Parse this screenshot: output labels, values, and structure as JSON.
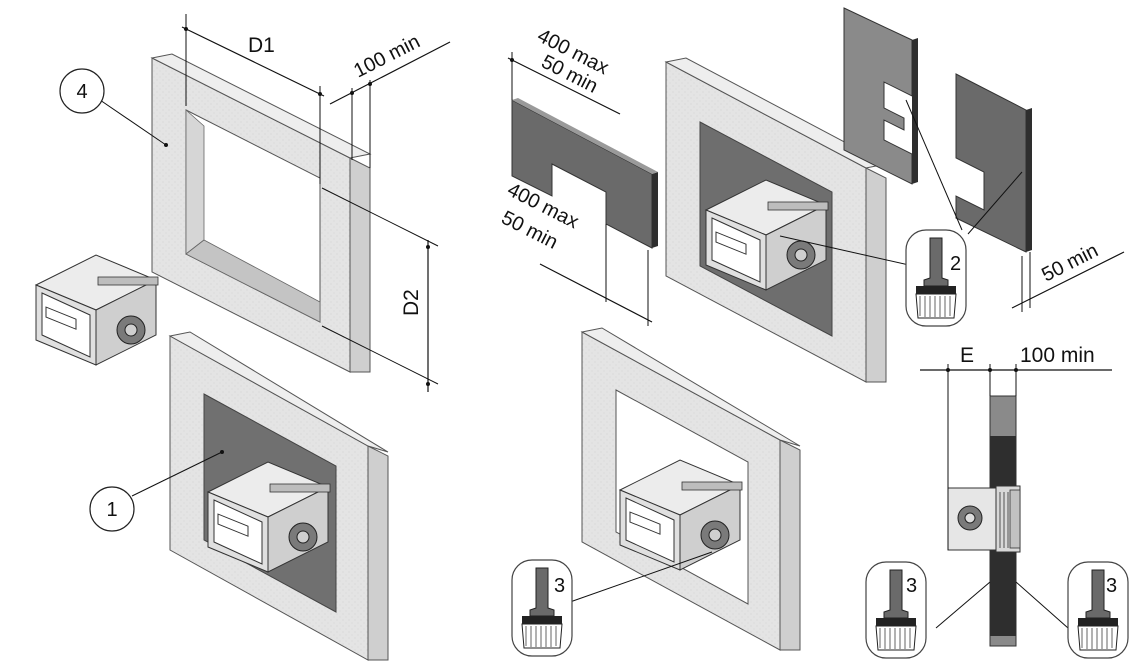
{
  "dimensions": {
    "d1": "D1",
    "d2": "D2",
    "wall_depth_min": "100 min",
    "board_width_top_max": "400 max",
    "board_width_top_min": "50 min",
    "board_width_side_max": "400 max",
    "board_width_side_min": "50 min",
    "board_thickness_min": "50 min",
    "e": "E",
    "section_depth_min": "100 min"
  },
  "callouts": {
    "wall": "4",
    "mortar_fill": "1",
    "brush_board_coat": "2",
    "brush_seal_front": "3",
    "brush_seal_left": "3",
    "brush_seal_right": "3"
  },
  "colors": {
    "wall_face": "#e2e2e2",
    "wall_side": "#c8c8c8",
    "mortar": "#6f6f6f",
    "board": "#6a6a6a",
    "board_edge": "#2e2e2e",
    "damper_body": "#dcdcdc"
  }
}
